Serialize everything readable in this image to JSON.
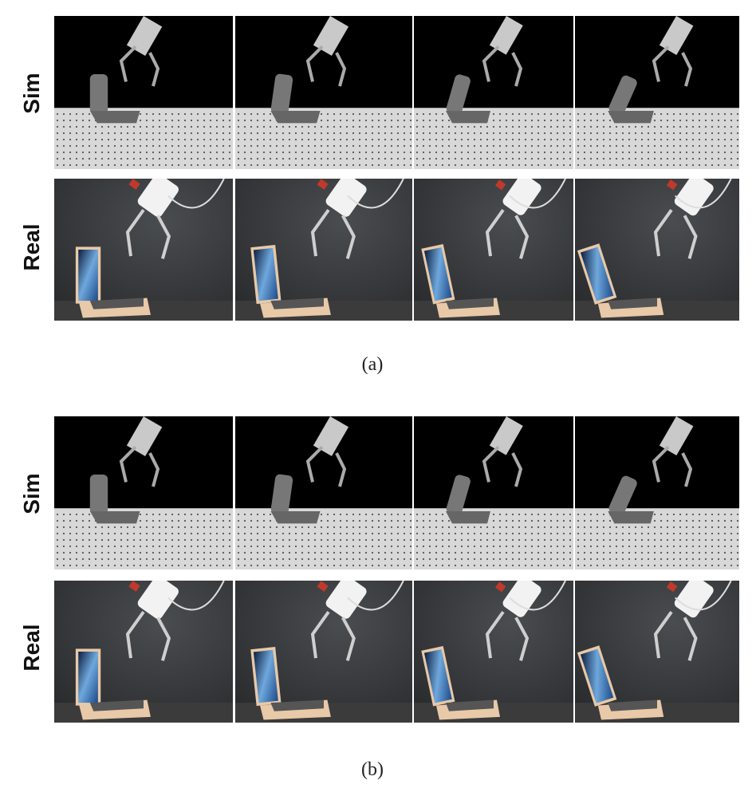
{
  "figure": {
    "row_labels": {
      "sim": "Sim",
      "real": "Real"
    },
    "panels": [
      {
        "id": "a",
        "caption": "(a)"
      },
      {
        "id": "b",
        "caption": "(b)"
      }
    ]
  },
  "colors": {
    "sim_background": "#000000",
    "sim_table": "#d8d8d8",
    "real_background": "#2a2c2e",
    "laptop_body": "#e8c9a8",
    "screen": "#1c4a8a",
    "robot_white": "#f2f2f2",
    "robot_red": "#c0392b"
  }
}
